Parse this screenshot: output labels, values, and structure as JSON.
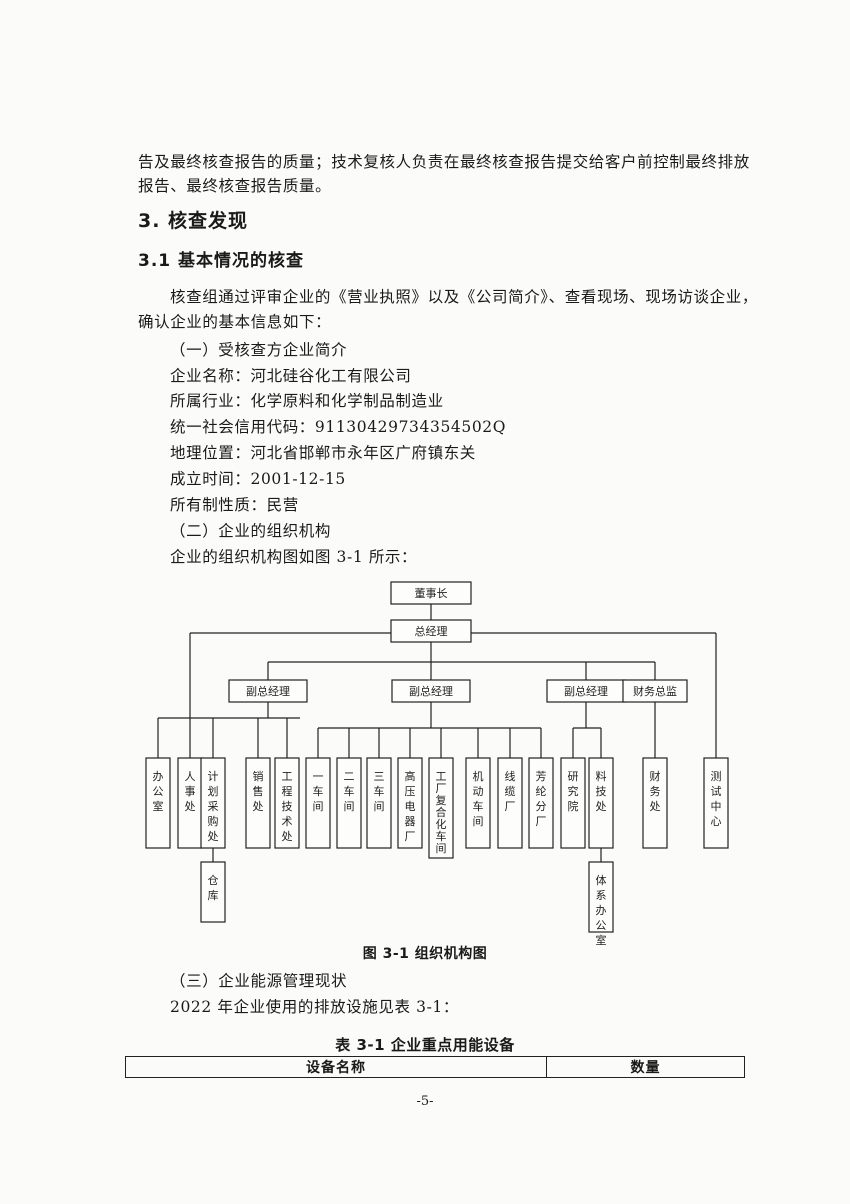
{
  "paragraphs": {
    "p0_line1": "告及最终核查报告的质量；技术复核人负责在最终核查报告提交给客户前控制最终排放",
    "p0_line2": "报告、最终核查报告质量。"
  },
  "section3": {
    "title": "3. 核查发现"
  },
  "section31": {
    "title": "3.1 基本情况的核查"
  },
  "intro": {
    "line1": "核查组通过评审企业的《营业执照》以及《公司简介》、查看现场、现场访谈企业，",
    "line2": "确认企业的基本信息如下："
  },
  "company": {
    "heading": "（一）受核查方企业简介",
    "name": "企业名称：河北硅谷化工有限公司",
    "industry": "所属行业：化学原料和化学制品制造业",
    "credit_code": "统一社会信用代码：91130429734354502Q",
    "location": "地理位置：河北省邯郸市永年区广府镇东关",
    "founded": "成立时间：2001-12-15",
    "ownership": "所有制性质：民营"
  },
  "org": {
    "heading": "（二）企业的组织机构",
    "intro": "企业的组织机构图如图 3-1 所示：",
    "caption": "图 3-1 组织机构图",
    "nodes": {
      "chairman": "董事长",
      "gm": "总经理",
      "vgm1": "副总经理",
      "vgm2": "副总经理",
      "vgm3": "副总经理",
      "cfo": "财务总监",
      "office": "办公室",
      "hr": "人事处",
      "planning": "计划采购处",
      "sales": "销售处",
      "engineering": "工程技术处",
      "ws1": "一车间",
      "ws2": "二车间",
      "ws3": "三车间",
      "hvapp": "高压电器厂",
      "gongchang": "工厂复合化车间",
      "motor": "机动车间",
      "cable": "线缆厂",
      "fangzhi": "芳纶分厂",
      "research": "研究院",
      "material": "料技处",
      "finance": "财务处",
      "testing": "测试中心",
      "warehouse": "仓库",
      "system_office": "体系办公室"
    }
  },
  "energy": {
    "heading": "（三）企业能源管理现状",
    "intro": "2022 年企业使用的排放设施见表 3-1："
  },
  "table": {
    "caption": "表 3-1  企业重点用能设备",
    "headers": [
      "设备名称",
      "数量"
    ]
  },
  "page_number": "-5-"
}
